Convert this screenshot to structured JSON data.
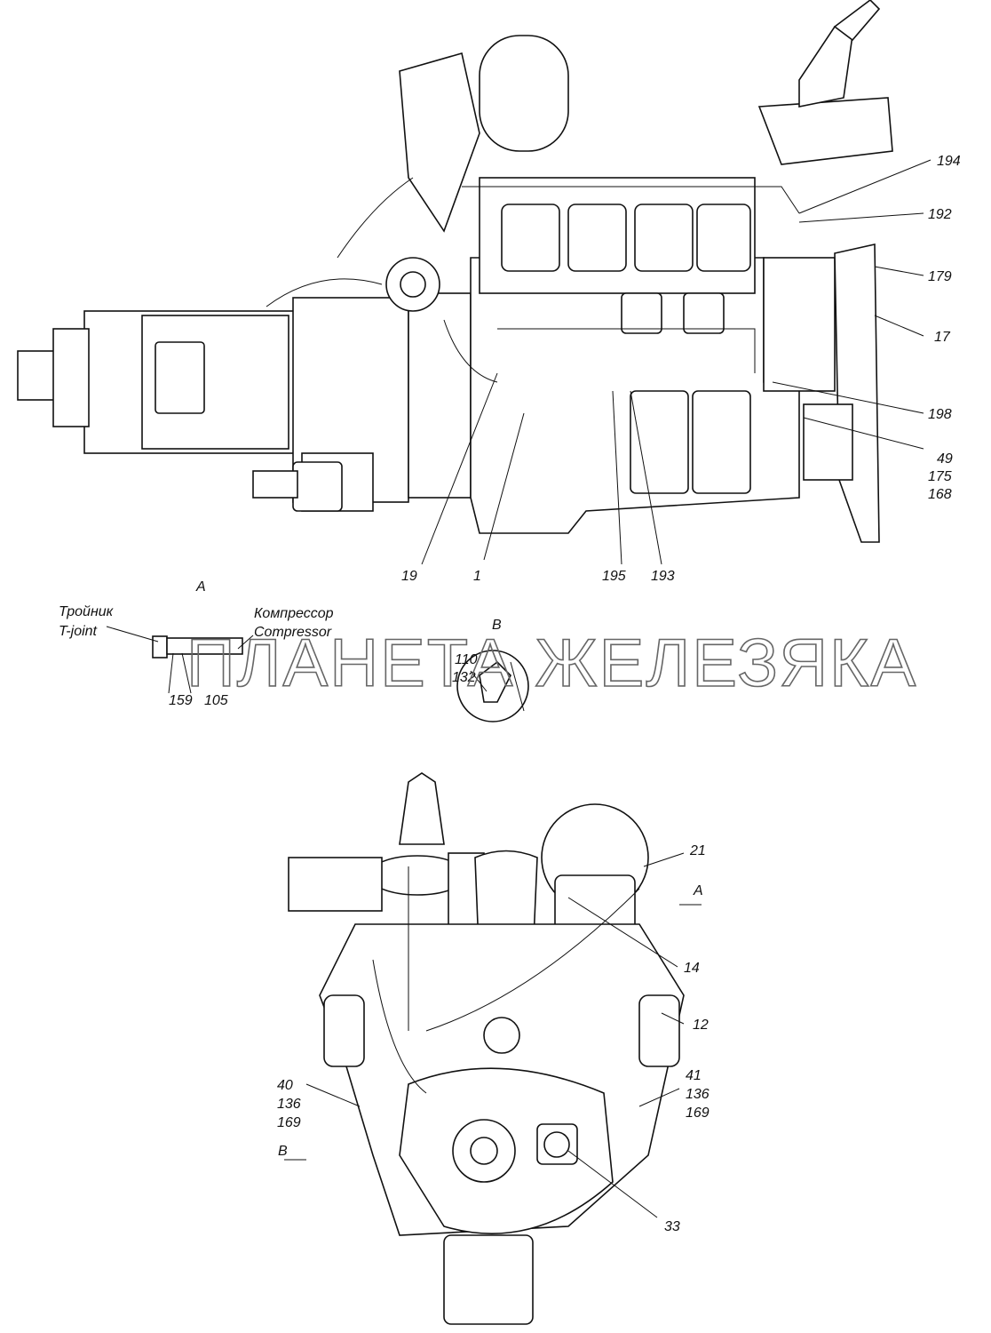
{
  "watermark": "ПЛАНЕТА ЖЕЛЕЗЯКА",
  "side_view": {
    "callouts": [
      "194",
      "192",
      "179",
      "17",
      "198",
      "49",
      "175",
      "168",
      "19",
      "1",
      "195",
      "193"
    ]
  },
  "view_a": {
    "title": "A",
    "tjoint_ru": "Тройник",
    "tjoint_en": "T-joint",
    "compressor_ru": "Компрессор",
    "compressor_en": "Compressor",
    "callouts": [
      "159",
      "105"
    ]
  },
  "view_b": {
    "title": "B",
    "callouts": [
      "110",
      "132"
    ]
  },
  "front_view": {
    "callouts": [
      "21",
      "14",
      "12",
      "41",
      "136",
      "169",
      "40",
      "136",
      "169",
      "33"
    ],
    "arrow_a": "A",
    "arrow_b": "B"
  }
}
